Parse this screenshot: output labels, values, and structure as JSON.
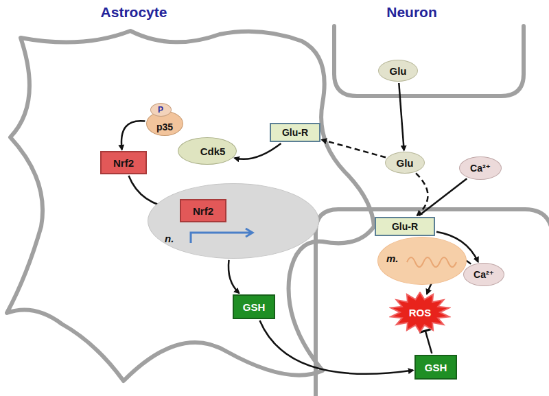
{
  "diagram": {
    "nodes": [
      {
        "text": [
          "Glu"
        ]
      },
      {
        "text": [
          "Glu"
        ]
      },
      {
        "text": [
          "Ca²⁺"
        ]
      },
      {
        "text": [
          "Glu-R"
        ]
      },
      {
        "text": [
          "Cdk5"
        ]
      },
      {
        "text": [
          "p35"
        ]
      },
      {
        "text": [
          "P"
        ]
      },
      {
        "text": [
          "Nrf2"
        ]
      },
      {
        "text": [
          "n."
        ]
      },
      {
        "text": [
          "Nrf2"
        ],
        "in": 8
      },
      {
        "text": [
          "GSH"
        ]
      },
      {
        "text": [
          "Glu-R"
        ]
      },
      {
        "text": [
          "Ca²⁺"
        ]
      },
      {
        "text": [
          "m."
        ]
      },
      {
        "text": [
          "ROS"
        ]
      },
      {
        "text": [
          "GSH"
        ]
      }
    ],
    "edges": [
      {
        "from": 0,
        "to": 1,
        "arrow": "to"
      },
      {
        "from": 1,
        "to": 3,
        "arrow": "to"
      },
      {
        "from": 1,
        "to": 11,
        "arrow": "to"
      },
      {
        "from": 2,
        "to": 11,
        "arrow": "none"
      },
      {
        "from": 11,
        "to": 12,
        "arrow": "to"
      },
      {
        "from": 3,
        "to": 4,
        "arrow": "to"
      },
      {
        "from": 5,
        "to": 7,
        "arrow": "to"
      },
      {
        "from": 7,
        "to": 9,
        "arrow": "to"
      },
      {
        "from": 8,
        "to": 10,
        "arrow": "to"
      },
      {
        "from": 10,
        "to": 15,
        "arrow": "to"
      },
      {
        "from": 12,
        "to": 14,
        "arrow": "to"
      },
      {
        "from": 15,
        "to": 14,
        "arrow": "to"
      }
    ],
    "labels": [
      "Astrocyte",
      "Neuron"
    ]
  }
}
